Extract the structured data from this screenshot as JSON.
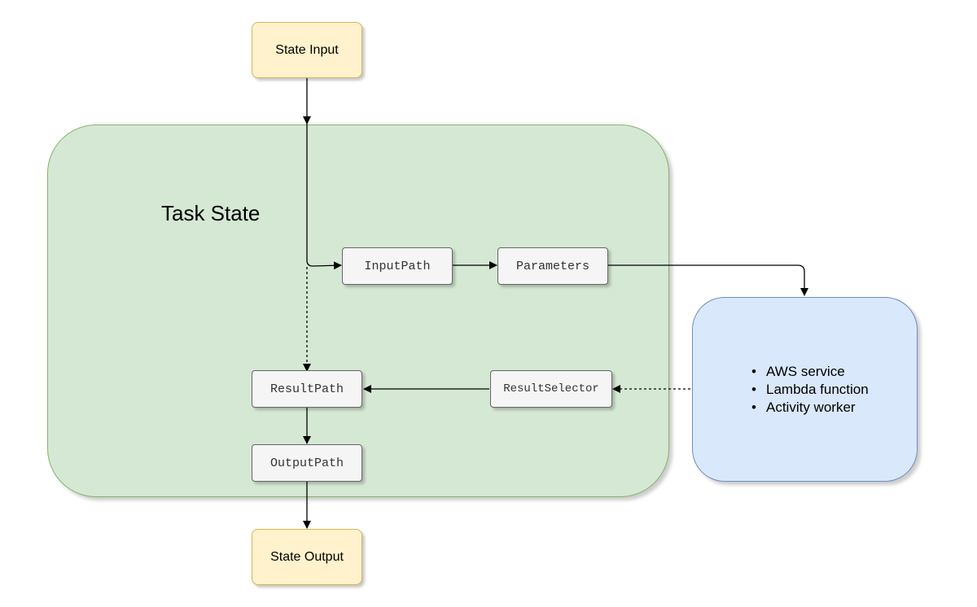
{
  "diagram": {
    "title": "Task State",
    "nodes": {
      "state_input": "State Input",
      "input_path": "InputPath",
      "parameters": "Parameters",
      "result_selector": "ResultSelector",
      "result_path": "ResultPath",
      "output_path": "OutputPath",
      "state_output": "State Output"
    },
    "service_items": [
      "AWS service",
      "Lambda function",
      "Activity worker"
    ],
    "colors": {
      "io_fill": "#fff2cc",
      "io_stroke": "#d6b656",
      "task_fill": "#d5e8d4",
      "task_stroke": "#82b366",
      "service_fill": "#dae8fc",
      "service_stroke": "#6c8ebf",
      "step_fill": "#f5f5f5",
      "step_stroke": "#666666"
    },
    "edges": [
      {
        "from": "State Input",
        "to": "InputPath",
        "style": "solid"
      },
      {
        "from": "State Input",
        "to": "ResultPath",
        "style": "dashed"
      },
      {
        "from": "InputPath",
        "to": "Parameters",
        "style": "solid"
      },
      {
        "from": "Parameters",
        "to": "AWS service / Lambda function / Activity worker",
        "style": "solid"
      },
      {
        "from": "AWS service / Lambda function / Activity worker",
        "to": "ResultSelector",
        "style": "dashed"
      },
      {
        "from": "ResultSelector",
        "to": "ResultPath",
        "style": "solid"
      },
      {
        "from": "ResultPath",
        "to": "OutputPath",
        "style": "solid"
      },
      {
        "from": "OutputPath",
        "to": "State Output",
        "style": "solid"
      }
    ]
  }
}
